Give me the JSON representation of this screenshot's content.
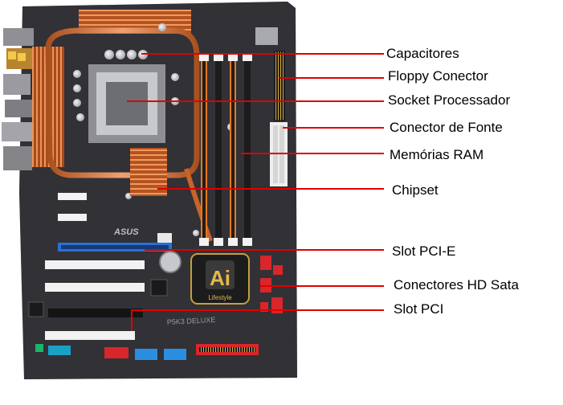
{
  "colors": {
    "board": "#2a2a2d",
    "leader": "#e00000",
    "copper": "#c8632a",
    "ram_orange": "#e8791e",
    "pcie_blue": "#2b6fd6",
    "pci_white": "#f2f2f2",
    "sata_red": "#d8262b",
    "text": "#000000"
  },
  "chip_logo": {
    "mark": "Ai",
    "caption": "Lifestyle"
  },
  "board_text": {
    "brand": "ASUS",
    "model": "P5K3 DELUXE"
  },
  "labels": [
    {
      "id": "capacitores",
      "text": "Capacitores"
    },
    {
      "id": "floppy",
      "text": "Floppy Conector"
    },
    {
      "id": "socket",
      "text": "Socket Processador"
    },
    {
      "id": "fonte",
      "text": "Conector de Fonte"
    },
    {
      "id": "ram",
      "text": "Memórias RAM"
    },
    {
      "id": "chipset",
      "text": "Chipset"
    },
    {
      "id": "pcie",
      "text": "Slot PCI-E"
    },
    {
      "id": "sata",
      "text": "Conectores HD Sata"
    },
    {
      "id": "pci",
      "text": "Slot PCI"
    }
  ]
}
